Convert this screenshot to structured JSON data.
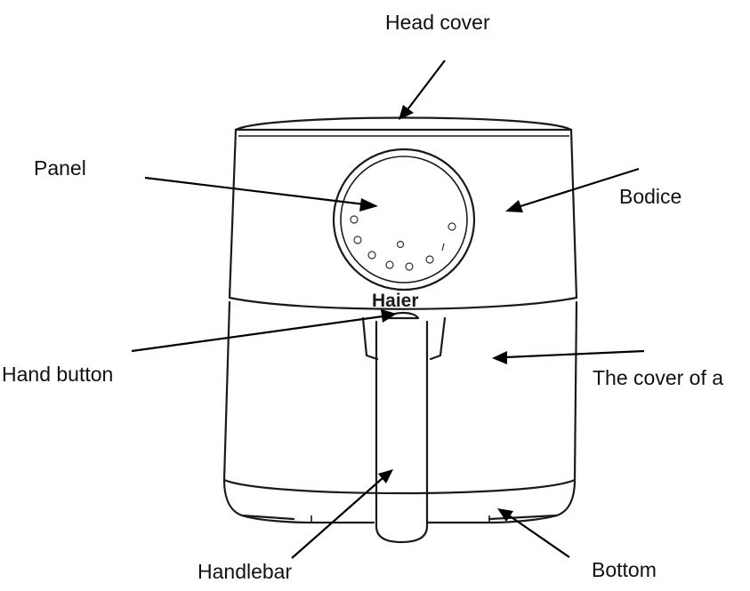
{
  "labels": {
    "head_cover": "Head cover",
    "panel": "Panel",
    "bodice": "Bodice",
    "hand_button": "Hand button",
    "basket_cover": "The cover of a",
    "handlebar": "Handlebar",
    "bottom": "Bottom"
  },
  "brand": "Haier"
}
